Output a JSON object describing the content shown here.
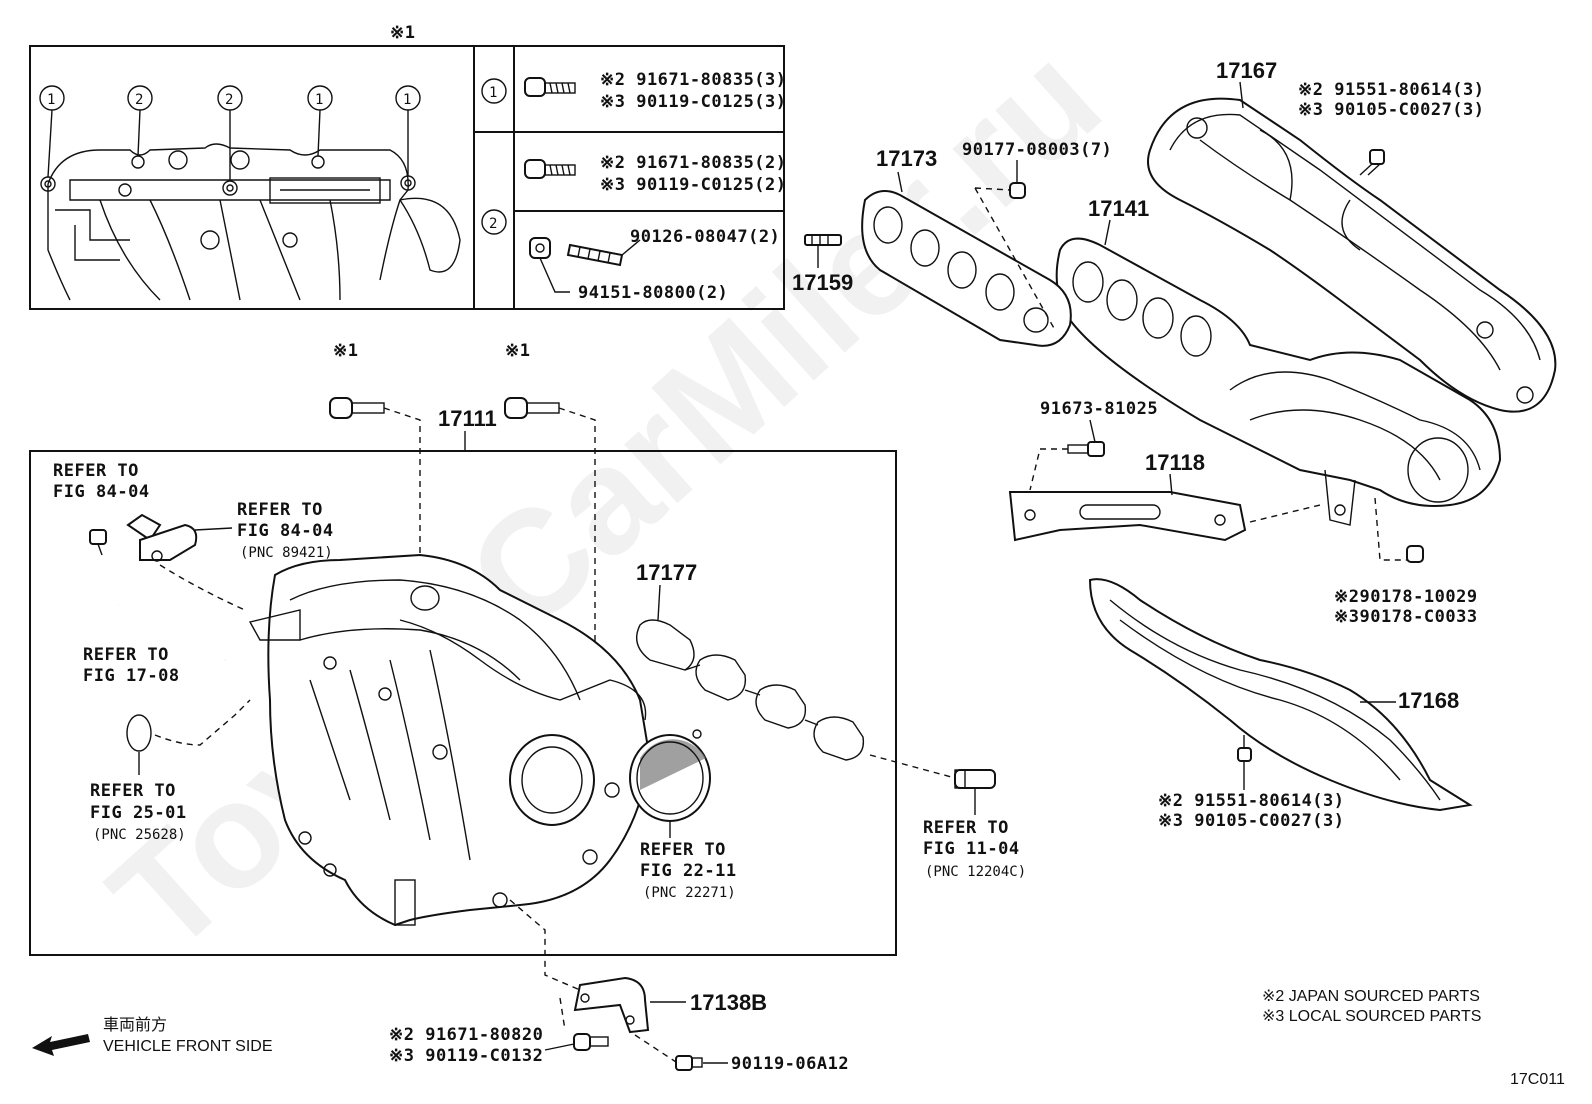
{
  "watermark": "ToyotaCarMiler.ru",
  "figure_code": "17C011",
  "inset": {
    "title_mark": "※1",
    "circle_1": "1",
    "circle_2": "2",
    "row1": {
      "parts": [
        "※2 91671-80835(3)",
        "※3 90119-C0125(3)"
      ]
    },
    "row2": {
      "parts_a": [
        "※2 91671-80835(2)",
        "※3 90119-C0125(2)"
      ],
      "stud": "90126-08047(2)",
      "nut": "94151-80800(2)"
    }
  },
  "callouts": {
    "c17167": "17167",
    "c17173": "17173",
    "c90177": "90177-08003(7)",
    "c17141": "17141",
    "c17159": "17159",
    "c17167_bolts": [
      "※2 91551-80614(3)",
      "※3 90105-C0027(3)"
    ],
    "c91673": "91673-81025",
    "c17118": "17118",
    "c17111": "17111",
    "mark1a": "※1",
    "mark1b": "※1",
    "c17177": "17177",
    "nut_right": [
      "※290178-10029",
      "※390178-C0033"
    ],
    "c17168": "17168",
    "c17168_bolts": [
      "※2 91551-80614(3)",
      "※3 90105-C0027(3)"
    ],
    "c17138b": "17138B",
    "bracket_bolts": [
      "※2 91671-80820",
      "※3 90119-C0132"
    ],
    "bolt_bottom": "90119-06A12"
  },
  "refers": {
    "r1": [
      "REFER TO",
      "FIG 84-04"
    ],
    "r2": [
      "REFER TO",
      "FIG 84-04",
      "(PNC 89421)"
    ],
    "r3": [
      "REFER TO",
      "FIG 17-08"
    ],
    "r4": [
      "REFER TO",
      "FIG 25-01",
      "(PNC 25628)"
    ],
    "r5": [
      "REFER TO",
      "FIG 22-11",
      "(PNC 22271)"
    ],
    "r6": [
      "REFER TO",
      "FIG 11-04",
      "(PNC 12204C)"
    ]
  },
  "legend": {
    "japan": "※2  JAPAN SOURCED PARTS",
    "local": "※3  LOCAL SOURCED PARTS"
  },
  "front": {
    "jp": "車両前方",
    "en": "VEHICLE FRONT SIDE"
  }
}
